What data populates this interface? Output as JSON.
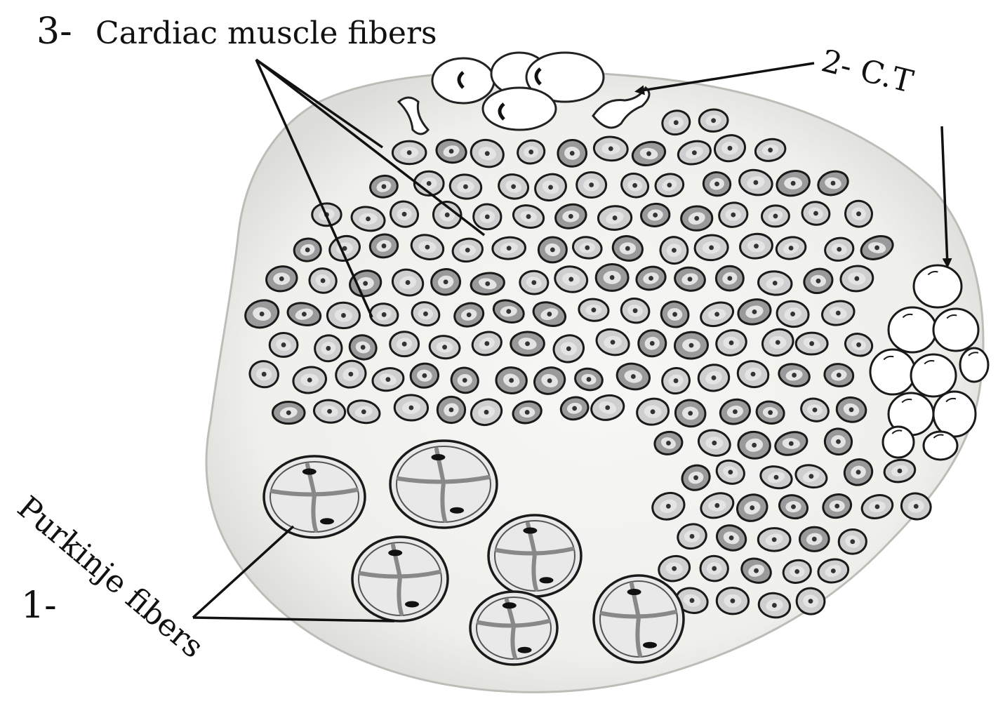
{
  "labels": {
    "cardiac_number": "3-",
    "cardiac_text": "Cardiac muscle fibers",
    "ct": "2- C.T",
    "purkinje_number": "1-",
    "purkinje_text": "Purkinje fibers"
  },
  "colors": {
    "ink": "#1a1a1a",
    "tissue": "#f4f4f2",
    "cell_fill": "#cfcfcf",
    "cell_dark": "#9a9a9a",
    "nucleus": "#333333",
    "purkinje_fill": "#e9e9e9",
    "fibril": "#888888"
  }
}
